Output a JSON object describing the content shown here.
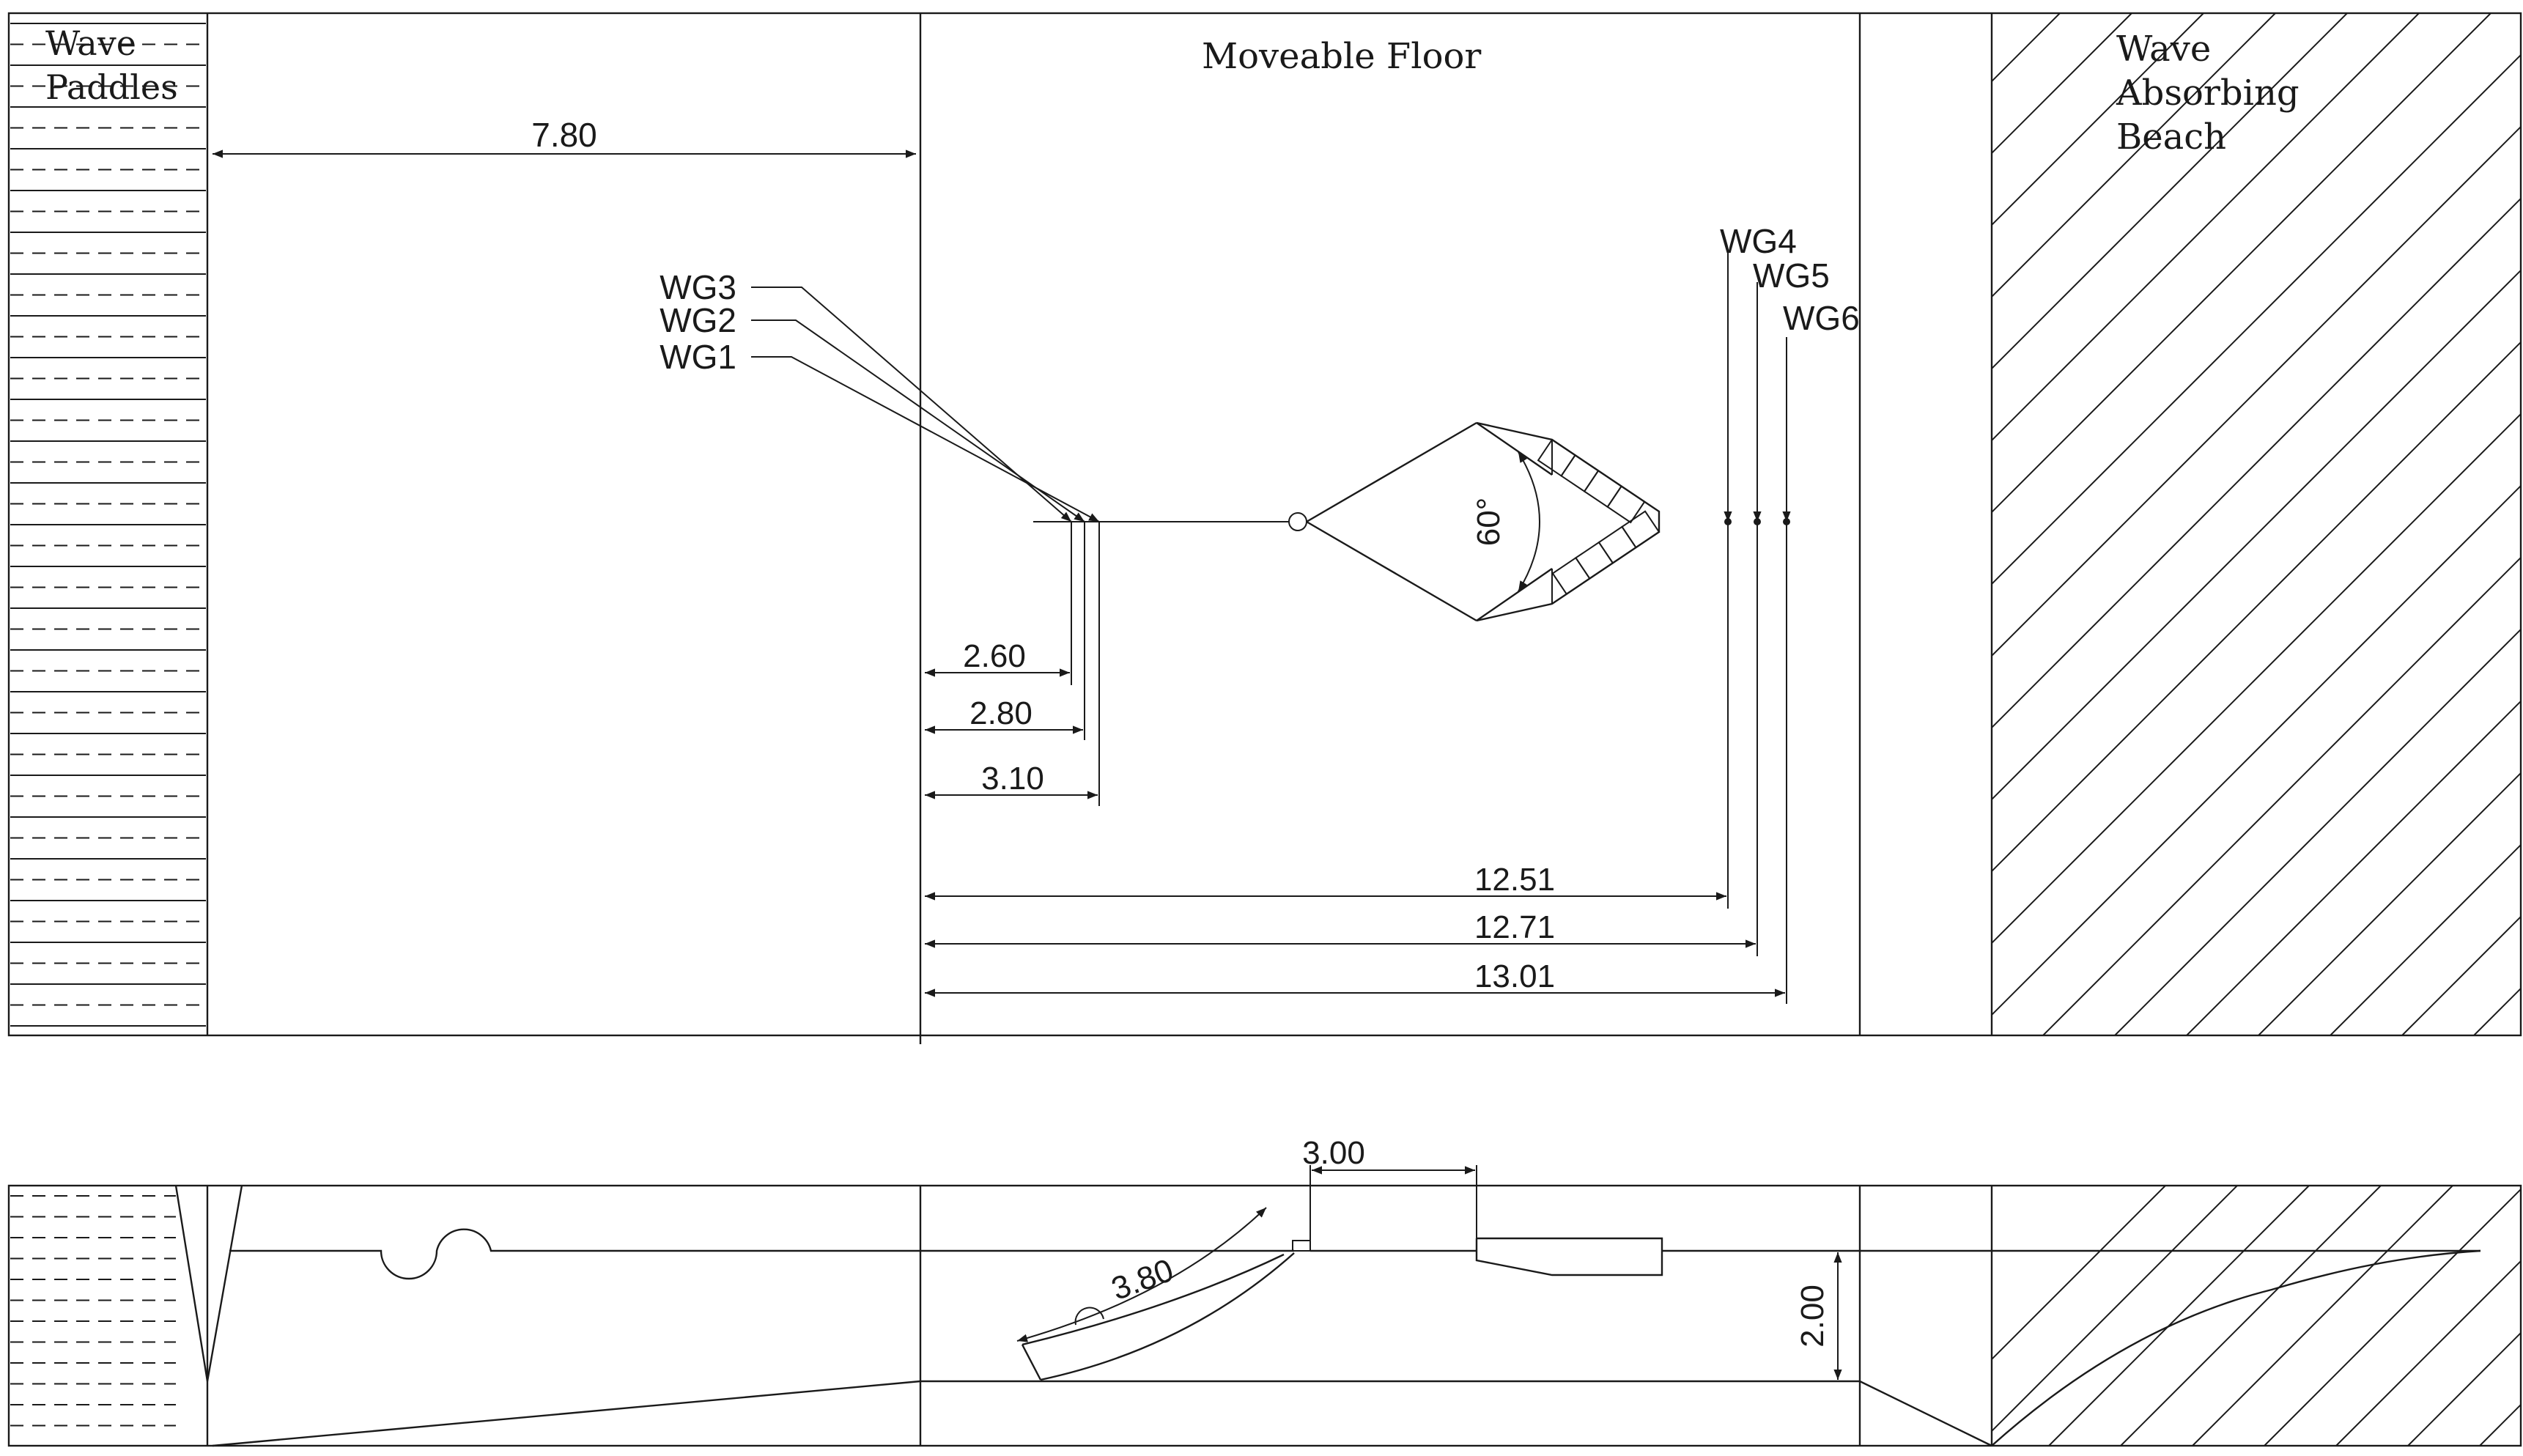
{
  "regions": {
    "wave_paddles": "Wave\nPaddles",
    "moveable_floor": "Moveable Floor",
    "wave_absorbing_beach": "Wave\nAbsorbing\nBeach"
  },
  "gauges": {
    "wg1": "WG1",
    "wg2": "WG2",
    "wg3": "WG3",
    "wg4": "WG4",
    "wg5": "WG5",
    "wg6": "WG6"
  },
  "dimensions": {
    "paddle_to_floor": "7.80",
    "wg1_x": "2.60",
    "wg2_x": "2.80",
    "wg3_x": "3.10",
    "wg4_x": "12.51",
    "wg5_x": "12.71",
    "wg6_x": "13.01",
    "opening_angle": "60°",
    "section_gap": "3.00",
    "arc_radius": "3.80",
    "water_depth": "2.00"
  }
}
